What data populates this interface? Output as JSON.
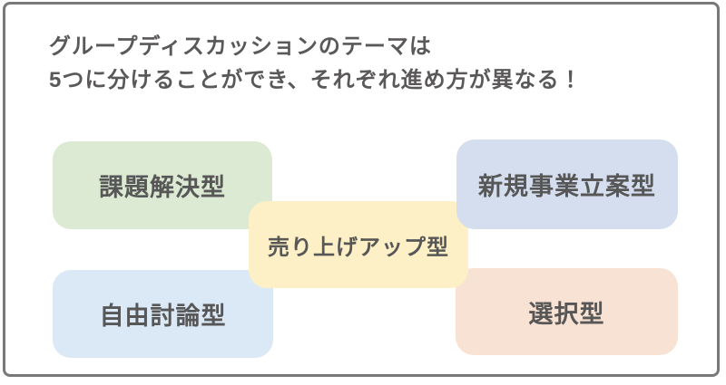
{
  "title": {
    "line1": "グループディスカッションのテーマは",
    "line2": "5つに分けることができ、それぞれ進め方が異なる！"
  },
  "boxes": {
    "problem_solving": {
      "label": "課題解決型",
      "bg": "#dcead4"
    },
    "new_business": {
      "label": "新規事業立案型",
      "bg": "#d4deef"
    },
    "sales_up": {
      "label": "売り上げアップ型",
      "bg": "#fdf0c7"
    },
    "free_discussion": {
      "label": "自由討論型",
      "bg": "#dbe8f5"
    },
    "selection": {
      "label": "選択型",
      "bg": "#f8e2d4"
    }
  },
  "colors": {
    "text": "#585757",
    "card_border": "#7b7977",
    "card_background": "#ffffff"
  }
}
